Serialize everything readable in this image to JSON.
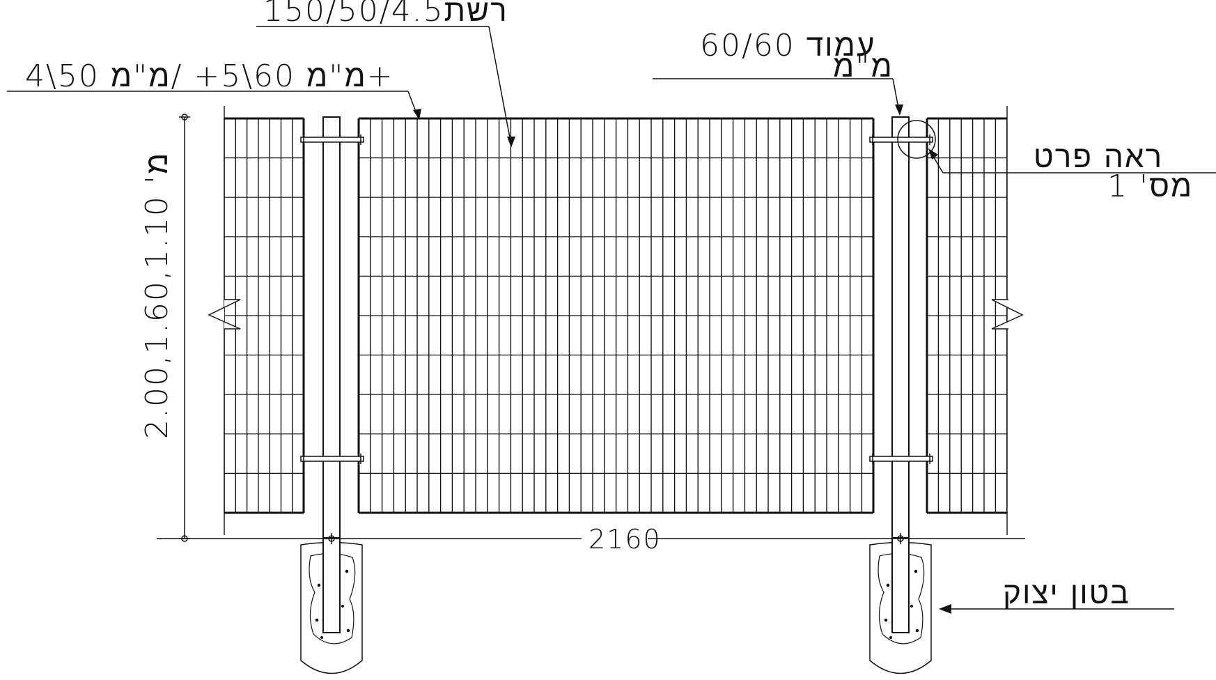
{
  "labels": {
    "mesh": "150/50/4.5רשת",
    "wire_spec": "מ\"מ 60\\5+ /מ\"מ 50\\4+",
    "post_line1": "עמוד 60/60",
    "post_line2": "מ\"מ",
    "detail_line1": "ראה פרט",
    "detail_line2": "מס' 1",
    "height_dim": "מ' 2.00,1.60,1.10",
    "width_dim": "2160",
    "concrete": "בטון יצוק"
  },
  "colors": {
    "line": "#111111",
    "background": "#ffffff"
  }
}
